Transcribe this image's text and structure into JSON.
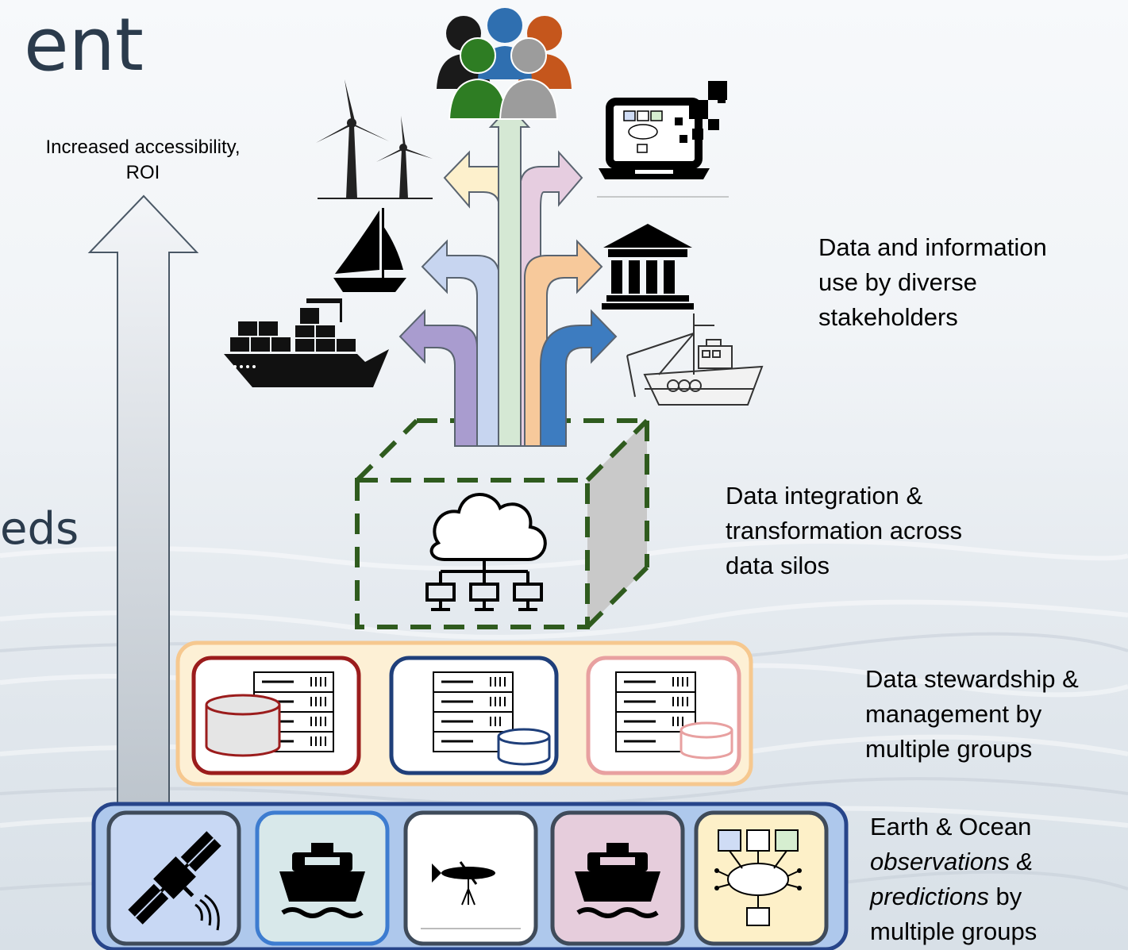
{
  "slide_title_fragment": "ent",
  "slide_body_fragment": "eds",
  "accessibility_arrow": {
    "line1": "Increased accessibility,",
    "line2": "ROI"
  },
  "layers": {
    "use": {
      "line1": "Data and information",
      "line2": "use by diverse",
      "line3": "stakeholders"
    },
    "integration": {
      "line1": "Data integration &",
      "line2": "transformation across",
      "line3": "data silos"
    },
    "stewardship": {
      "line1": "Data stewardship &",
      "line2": "management by",
      "line3": "multiple groups"
    },
    "observations": {
      "line1": "Earth & Ocean",
      "line2a": "observations &",
      "line3a": "predictions",
      "line3b": " by",
      "line4": "multiple groups"
    }
  },
  "colors": {
    "arrow_purple": "#a99ccf",
    "arrow_lightblue": "#c7d5f0",
    "arrow_green": "#d5e8d4",
    "arrow_orange": "#f7c99b",
    "arrow_blue": "#3d7cc0",
    "arrow_yellow": "#fdf0cc",
    "arrow_pink": "#e6cde0",
    "cube_dash": "#2f5b1e",
    "stewardship_bg": "#fdf0d5",
    "stewardship_border": "#f6c88f",
    "obs_bg": "#aec8ec",
    "obs_border": "#27458a"
  },
  "icons": {
    "people": "people-group-icon",
    "turbines": "wind-turbine-icon",
    "sailboat": "sailboat-icon",
    "cargo_ship": "cargo-ship-icon",
    "laptop": "laptop-network-icon",
    "institution": "institution-building-icon",
    "fishing_boat": "fishing-boat-icon",
    "cloud_network": "cloud-network-icon",
    "server": "server-rack-icon",
    "satellite": "satellite-icon",
    "ship": "research-ship-icon",
    "glider": "ocean-glider-icon",
    "model": "model-network-icon"
  }
}
